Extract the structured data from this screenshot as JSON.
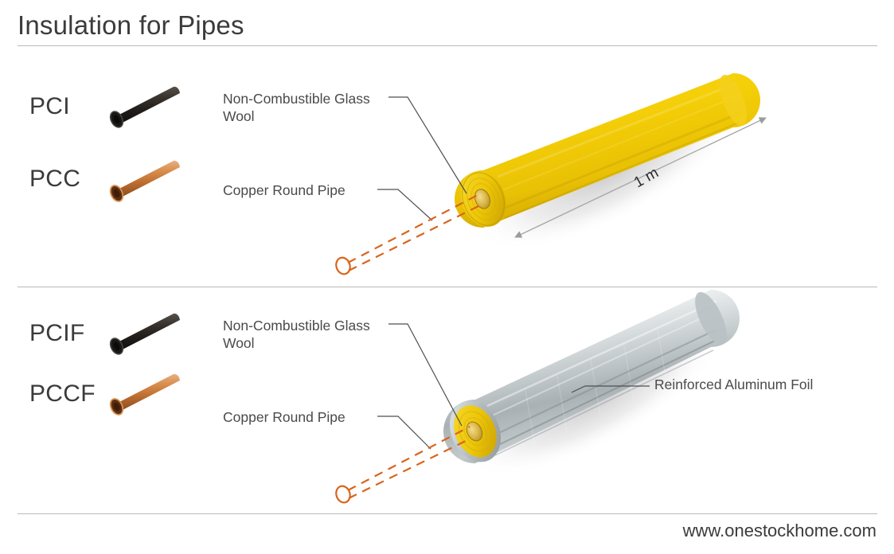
{
  "header": {
    "title": "Insulation for Pipes"
  },
  "footer": {
    "url": "www.onestockhome.com"
  },
  "sections": [
    {
      "id": "section-standard",
      "codes": [
        {
          "code": "PCI",
          "thumb": "black-steel-pipe-thumbnail"
        },
        {
          "code": "PCC",
          "thumb": "copper-pipe-thumbnail"
        }
      ],
      "callouts": [
        {
          "name": "glass-wool",
          "text": "Non-Combustible Glass\nWool"
        },
        {
          "name": "copper-round-pipe",
          "text": "Copper Round Pipe"
        }
      ],
      "dimension": {
        "label": "1 m",
        "name": "length-dimension"
      },
      "product_image": "yellow-glass-wool-pipe-insulation"
    },
    {
      "id": "section-foil",
      "codes": [
        {
          "code": "PCIF",
          "thumb": "black-steel-pipe-thumbnail"
        },
        {
          "code": "PCCF",
          "thumb": "copper-pipe-thumbnail"
        }
      ],
      "callouts": [
        {
          "name": "glass-wool",
          "text": "Non-Combustible Glass\nWool"
        },
        {
          "name": "copper-round-pipe",
          "text": "Copper Round Pipe"
        },
        {
          "name": "reinforced-aluminum-foil",
          "text": "Reinforced Aluminum Foil"
        }
      ],
      "product_image": "foil-faced-glass-wool-pipe-insulation"
    }
  ],
  "colors": {
    "glass_wool_yellow": "#f2c900",
    "glass_wool_yellow_dark": "#c9a200",
    "foil_silver": "#c9ced0",
    "foil_silver_dark": "#8e9699",
    "copper": "#c2773f",
    "black_pipe": "#2b2724",
    "dashed_orange": "#d9651b",
    "leader_gray": "#4f4f4f",
    "rule_gray": "#b9b9b9",
    "text_gray": "#3b3b3b"
  }
}
